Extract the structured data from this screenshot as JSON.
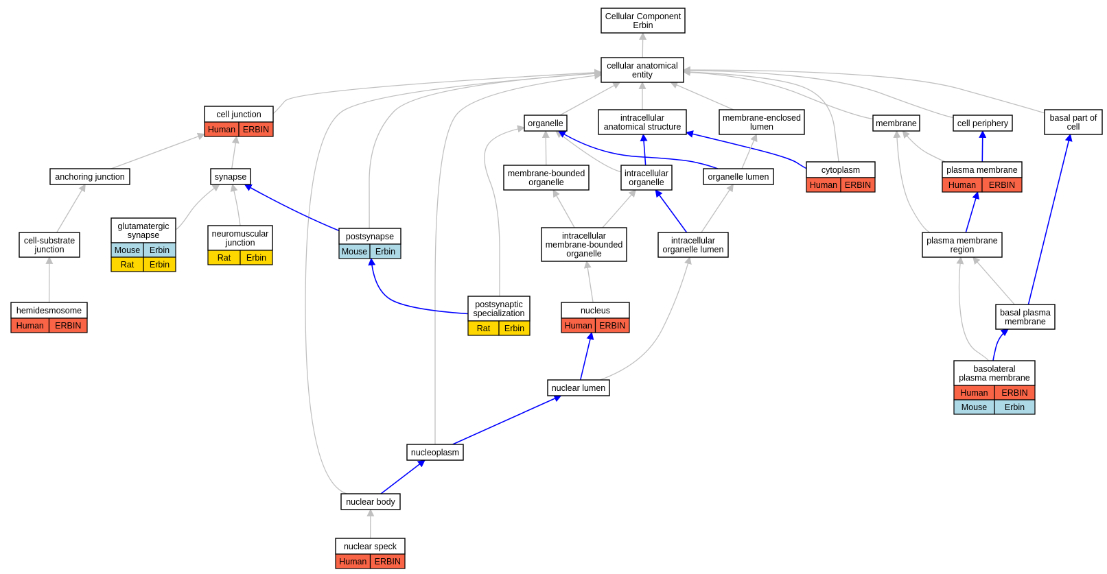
{
  "colors": {
    "Human": "#fa6446",
    "Mouse": "#add8e6",
    "Rat": "#ffd700",
    "edge_is_a": "#c0c0c0",
    "edge_part_of": "#0000ff"
  },
  "nodes": [
    {
      "id": "root",
      "lines": [
        "Cellular Component",
        "Erbin"
      ],
      "badges": []
    },
    {
      "id": "cae",
      "lines": [
        "cellular anatomical",
        "entity"
      ],
      "badges": []
    },
    {
      "id": "cell-junction",
      "lines": [
        "cell junction"
      ],
      "badges": [
        [
          "Human",
          "ERBIN"
        ]
      ]
    },
    {
      "id": "organelle",
      "lines": [
        "organelle"
      ],
      "badges": []
    },
    {
      "id": "ias",
      "lines": [
        "intracellular",
        "anatomical structure"
      ],
      "badges": []
    },
    {
      "id": "mel",
      "lines": [
        "membrane-enclosed",
        "lumen"
      ],
      "badges": []
    },
    {
      "id": "membrane",
      "lines": [
        "membrane"
      ],
      "badges": []
    },
    {
      "id": "cell-periphery",
      "lines": [
        "cell periphery"
      ],
      "badges": []
    },
    {
      "id": "basal-part",
      "lines": [
        "basal part of",
        "cell"
      ],
      "badges": []
    },
    {
      "id": "anchoring-junction",
      "lines": [
        "anchoring junction"
      ],
      "badges": []
    },
    {
      "id": "synapse",
      "lines": [
        "synapse"
      ],
      "badges": []
    },
    {
      "id": "mbo",
      "lines": [
        "membrane-bounded",
        "organelle"
      ],
      "badges": []
    },
    {
      "id": "io",
      "lines": [
        "intracellular",
        "organelle"
      ],
      "badges": []
    },
    {
      "id": "organelle-lumen",
      "lines": [
        "organelle lumen"
      ],
      "badges": []
    },
    {
      "id": "cytoplasm",
      "lines": [
        "cytoplasm"
      ],
      "badges": [
        [
          "Human",
          "ERBIN"
        ]
      ]
    },
    {
      "id": "plasma-membrane",
      "lines": [
        "plasma membrane"
      ],
      "badges": [
        [
          "Human",
          "ERBIN"
        ]
      ]
    },
    {
      "id": "cell-substrate",
      "lines": [
        "cell-substrate",
        "junction"
      ],
      "badges": []
    },
    {
      "id": "glutamatergic",
      "lines": [
        "glutamatergic",
        "synapse"
      ],
      "badges": [
        [
          "Mouse",
          "Erbin"
        ],
        [
          "Rat",
          "Erbin"
        ]
      ]
    },
    {
      "id": "nmj",
      "lines": [
        "neuromuscular",
        "junction"
      ],
      "badges": [
        [
          "Rat",
          "Erbin"
        ]
      ]
    },
    {
      "id": "postsynapse",
      "lines": [
        "postsynapse"
      ],
      "badges": [
        [
          "Mouse",
          "Erbin"
        ]
      ]
    },
    {
      "id": "imbo",
      "lines": [
        "intracellular",
        "membrane-bounded",
        "organelle"
      ],
      "badges": []
    },
    {
      "id": "iol",
      "lines": [
        "intracellular",
        "organelle lumen"
      ],
      "badges": []
    },
    {
      "id": "pmr",
      "lines": [
        "plasma membrane",
        "region"
      ],
      "badges": []
    },
    {
      "id": "hemidesmosome",
      "lines": [
        "hemidesmosome"
      ],
      "badges": [
        [
          "Human",
          "ERBIN"
        ]
      ]
    },
    {
      "id": "psd",
      "lines": [
        "postsynaptic",
        "specialization"
      ],
      "badges": [
        [
          "Rat",
          "Erbin"
        ]
      ]
    },
    {
      "id": "nucleus",
      "lines": [
        "nucleus"
      ],
      "badges": [
        [
          "Human",
          "ERBIN"
        ]
      ]
    },
    {
      "id": "bpm",
      "lines": [
        "basal plasma",
        "membrane"
      ],
      "badges": []
    },
    {
      "id": "blpm",
      "lines": [
        "basolateral",
        "plasma membrane"
      ],
      "badges": [
        [
          "Human",
          "ERBIN"
        ],
        [
          "Mouse",
          "Erbin"
        ]
      ]
    },
    {
      "id": "nuclear-lumen",
      "lines": [
        "nuclear lumen"
      ],
      "badges": []
    },
    {
      "id": "nucleoplasm",
      "lines": [
        "nucleoplasm"
      ],
      "badges": []
    },
    {
      "id": "nuclear-body",
      "lines": [
        "nuclear body"
      ],
      "badges": []
    },
    {
      "id": "nuclear-speck",
      "lines": [
        "nuclear speck"
      ],
      "badges": [
        [
          "Human",
          "ERBIN"
        ]
      ]
    }
  ],
  "edges": [
    {
      "from": "cae",
      "to": "root",
      "type": "is_a"
    },
    {
      "from": "cell-junction",
      "to": "cae",
      "type": "is_a"
    },
    {
      "from": "organelle",
      "to": "cae",
      "type": "is_a"
    },
    {
      "from": "ias",
      "to": "cae",
      "type": "is_a"
    },
    {
      "from": "mel",
      "to": "cae",
      "type": "is_a"
    },
    {
      "from": "membrane",
      "to": "cae",
      "type": "is_a"
    },
    {
      "from": "cell-periphery",
      "to": "cae",
      "type": "is_a"
    },
    {
      "from": "basal-part",
      "to": "cae",
      "type": "is_a"
    },
    {
      "from": "cytoplasm",
      "to": "cae",
      "type": "is_a"
    },
    {
      "from": "postsynapse",
      "to": "cae",
      "type": "is_a"
    },
    {
      "from": "nucleoplasm",
      "to": "cae",
      "type": "is_a"
    },
    {
      "from": "nuclear-body",
      "to": "cae",
      "type": "is_a"
    },
    {
      "from": "anchoring-junction",
      "to": "cell-junction",
      "type": "is_a"
    },
    {
      "from": "synapse",
      "to": "cell-junction",
      "type": "is_a"
    },
    {
      "from": "cell-substrate",
      "to": "anchoring-junction",
      "type": "is_a"
    },
    {
      "from": "hemidesmosome",
      "to": "cell-substrate",
      "type": "is_a"
    },
    {
      "from": "glutamatergic",
      "to": "synapse",
      "type": "is_a"
    },
    {
      "from": "nmj",
      "to": "synapse",
      "type": "is_a"
    },
    {
      "from": "postsynapse",
      "to": "synapse",
      "type": "part_of"
    },
    {
      "from": "psd",
      "to": "postsynapse",
      "type": "part_of"
    },
    {
      "from": "psd",
      "to": "organelle",
      "type": "is_a"
    },
    {
      "from": "mbo",
      "to": "organelle",
      "type": "is_a"
    },
    {
      "from": "io",
      "to": "organelle",
      "type": "is_a"
    },
    {
      "from": "organelle-lumen",
      "to": "organelle",
      "type": "part_of"
    },
    {
      "from": "io",
      "to": "ias",
      "type": "part_of"
    },
    {
      "from": "cytoplasm",
      "to": "ias",
      "type": "part_of"
    },
    {
      "from": "organelle-lumen",
      "to": "mel",
      "type": "is_a"
    },
    {
      "from": "imbo",
      "to": "mbo",
      "type": "is_a"
    },
    {
      "from": "imbo",
      "to": "io",
      "type": "is_a"
    },
    {
      "from": "iol",
      "to": "io",
      "type": "part_of"
    },
    {
      "from": "iol",
      "to": "organelle-lumen",
      "type": "is_a"
    },
    {
      "from": "nucleus",
      "to": "imbo",
      "type": "is_a"
    },
    {
      "from": "nuclear-lumen",
      "to": "nucleus",
      "type": "part_of"
    },
    {
      "from": "nuclear-lumen",
      "to": "iol",
      "type": "is_a"
    },
    {
      "from": "nucleoplasm",
      "to": "nuclear-lumen",
      "type": "part_of"
    },
    {
      "from": "nuclear-body",
      "to": "nucleoplasm",
      "type": "part_of"
    },
    {
      "from": "nuclear-speck",
      "to": "nuclear-body",
      "type": "is_a"
    },
    {
      "from": "plasma-membrane",
      "to": "cell-periphery",
      "type": "part_of"
    },
    {
      "from": "plasma-membrane",
      "to": "membrane",
      "type": "is_a"
    },
    {
      "from": "pmr",
      "to": "plasma-membrane",
      "type": "part_of"
    },
    {
      "from": "pmr",
      "to": "membrane",
      "type": "is_a"
    },
    {
      "from": "bpm",
      "to": "pmr",
      "type": "is_a"
    },
    {
      "from": "bpm",
      "to": "basal-part",
      "type": "part_of"
    },
    {
      "from": "blpm",
      "to": "bpm",
      "type": "part_of"
    },
    {
      "from": "blpm",
      "to": "pmr",
      "type": "is_a"
    }
  ]
}
